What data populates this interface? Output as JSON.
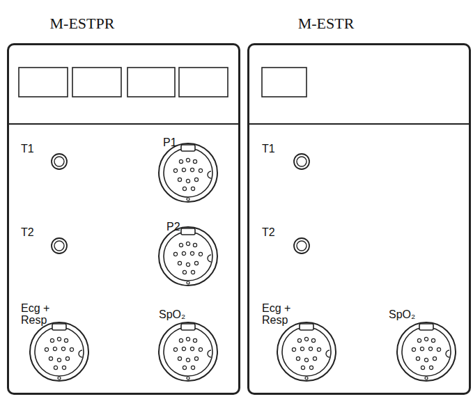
{
  "diagram": {
    "nodes": [
      {
        "text": [
          "M-ESTPR"
        ]
      },
      {
        "text": [
          "M-ESTR"
        ]
      }
    ],
    "labels": [
      "T1",
      "P1",
      "T2",
      "P2",
      "Ecg + Resp",
      "SpO₂",
      "T1",
      "T2",
      "Ecg + Resp",
      "SpO₂"
    ]
  }
}
